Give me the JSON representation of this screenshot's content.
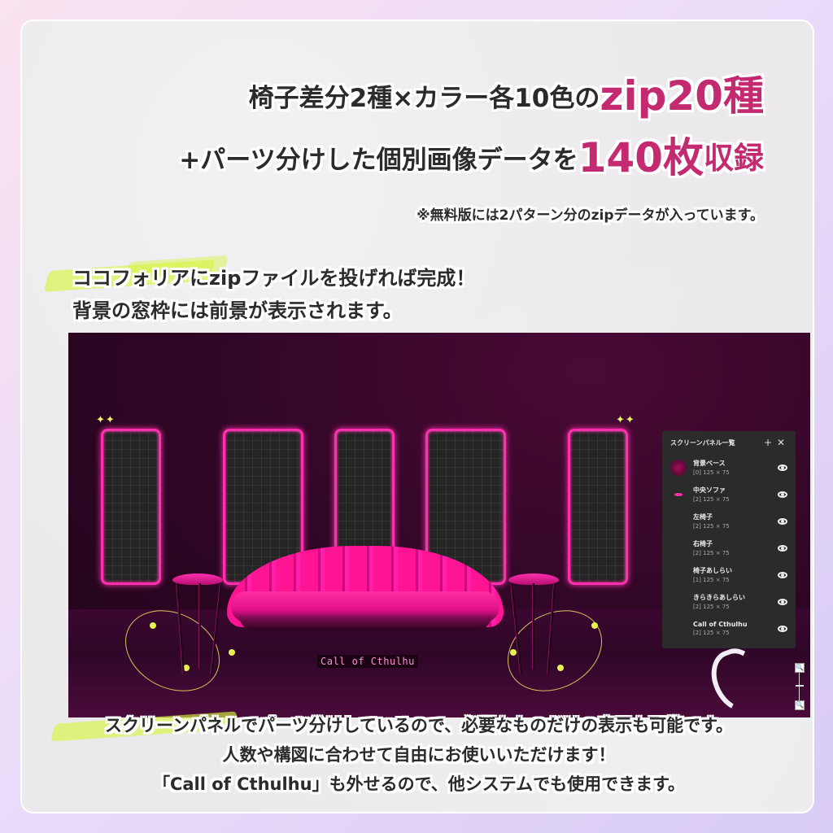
{
  "headline": {
    "line1_prefix": "椅子差分2種×カラー各10色の",
    "line1_emphasis": "zip20種",
    "line2_prefix": "+パーツ分けした個別画像データを",
    "line2_emphasis": "140枚",
    "line2_suffix": "収録",
    "note": "※無料版には2パターン分のzipデータが入っています。"
  },
  "subheading": {
    "line1": "ココフォリアにzipファイルを投げれば完成！",
    "line2": "背景の窓枠には前景が表示されます。"
  },
  "scene": {
    "label": "Call of Cthulhu",
    "accent_color": "#ff2fae",
    "sparkle": "✦✦"
  },
  "screen_panel": {
    "title": "スクリーンパネル一覧",
    "add_icon": "+",
    "close_icon": "✕",
    "items": [
      {
        "name": "背景ベース",
        "meta": "[0] 125 × 75"
      },
      {
        "name": "中央ソファ",
        "meta": "[2] 125 × 75"
      },
      {
        "name": "左椅子",
        "meta": "[2] 125 × 75"
      },
      {
        "name": "右椅子",
        "meta": "[2] 125 × 75"
      },
      {
        "name": "椅子あしらい",
        "meta": "[1] 125 × 75"
      },
      {
        "name": "きらきらあしらい",
        "meta": "[2] 125 × 75"
      },
      {
        "name": "Call of Cthulhu",
        "meta": "[2] 125 × 75"
      }
    ]
  },
  "zoom_controls": {
    "zoom_in": "🔍",
    "zoom_out": "🔍"
  },
  "footer": {
    "line1": "スクリーンパネルでパーツ分けしているので、必要なものだけの表示も可能です。",
    "line2": "人数や構図に合わせて自由にお使いいただけます！",
    "line3": "「Call of Cthulhu」も外せるので、他システムでも使用できます。"
  },
  "colors": {
    "emphasis": "#c42a6f",
    "highlight": "#d6f640",
    "neon": "#ff2fae"
  }
}
